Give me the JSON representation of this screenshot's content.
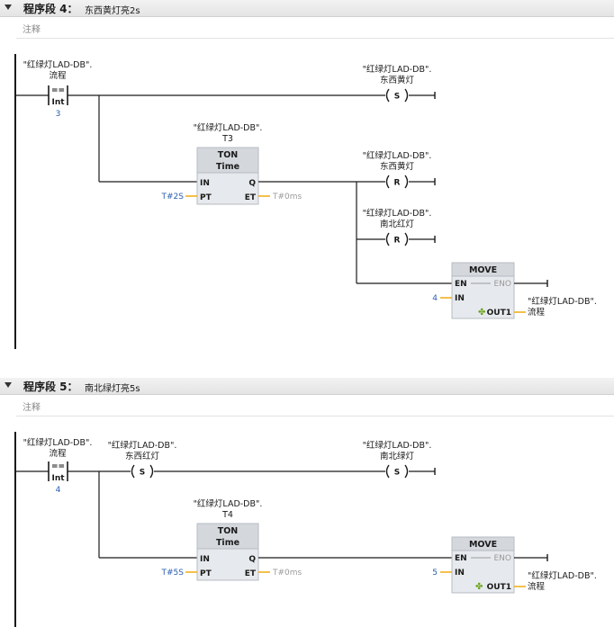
{
  "networks": [
    {
      "label": "程序段 4：",
      "title": "东西黄灯亮2s",
      "comment_placeholder": "注释",
      "compare": {
        "op1": "\"红绿灯LAD-DB\".",
        "op2": "流程",
        "symbol": "==",
        "type": "Int",
        "value": "3"
      },
      "coils": [
        {
          "type": "S",
          "op1": "\"红绿灯LAD-DB\".",
          "op2": "东西黄灯"
        },
        {
          "type": "R",
          "op1": "\"红绿灯LAD-DB\".",
          "op2": "东西黄灯"
        },
        {
          "type": "R",
          "op1": "\"红绿灯LAD-DB\".",
          "op2": "南北红灯"
        }
      ],
      "timer": {
        "inst1": "\"红绿灯LAD-DB\".",
        "inst2": "T3",
        "name": "TON",
        "sub": "Time",
        "pin_in": "IN",
        "pin_pt": "PT",
        "pin_q": "Q",
        "pin_et": "ET",
        "pt_value": "T#2S",
        "et_value": "T#0ms"
      },
      "move": {
        "name": "MOVE",
        "pin_en": "EN",
        "pin_eno": "ENO",
        "pin_in": "IN",
        "pin_out": "OUT1",
        "in_value": "4",
        "out1": "\"红绿灯LAD-DB\".",
        "out2": "流程"
      }
    },
    {
      "label": "程序段 5：",
      "title": "南北绿灯亮5s",
      "comment_placeholder": "注释",
      "compare": {
        "op1": "\"红绿灯LAD-DB\".",
        "op2": "流程",
        "symbol": "==",
        "type": "Int",
        "value": "4"
      },
      "coils": [
        {
          "type": "S",
          "op1": "\"红绿灯LAD-DB\".",
          "op2": "东西红灯"
        },
        {
          "type": "S",
          "op1": "\"红绿灯LAD-DB\".",
          "op2": "南北绿灯"
        }
      ],
      "timer": {
        "inst1": "\"红绿灯LAD-DB\".",
        "inst2": "T4",
        "name": "TON",
        "sub": "Time",
        "pin_in": "IN",
        "pin_pt": "PT",
        "pin_q": "Q",
        "pin_et": "ET",
        "pt_value": "T#5S",
        "et_value": "T#0ms"
      },
      "move": {
        "name": "MOVE",
        "pin_en": "EN",
        "pin_eno": "ENO",
        "pin_in": "IN",
        "pin_out": "OUT1",
        "in_value": "5",
        "out1": "\"红绿灯LAD-DB\".",
        "out2": "流程"
      }
    }
  ],
  "colors": {
    "wire": "#1a1a1a",
    "param_wire": "#f0a500",
    "literal": "#2a5db0",
    "block_bg": "#e6e9ed",
    "block_header": "#d4d8dd"
  }
}
